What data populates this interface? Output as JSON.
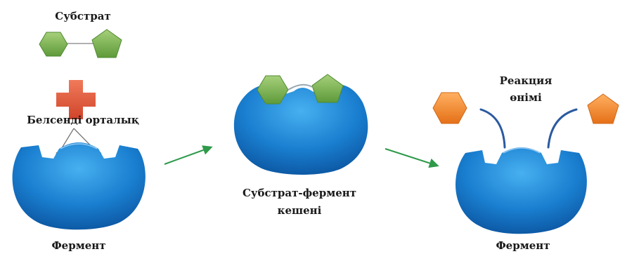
{
  "labels": {
    "substrate": "Субстрат",
    "active_site": "Белсенді орталық",
    "enzyme_left": "Фермент",
    "complex_line1": "Субстрат-фермент",
    "complex_line2": "кешені",
    "product_line1": "Реакция",
    "product_line2": "өнімі",
    "enzyme_right": "Фермент"
  },
  "colors": {
    "enzyme_blue": "#1a7fd0",
    "enzyme_blue_dark": "#0d5aa6",
    "substrate_green": "#72b04a",
    "product_orange": "#f58a2a",
    "plus_red": "#e05a3a",
    "arrow_green": "#2e9a4a",
    "arc_blue": "#2a5aa0"
  },
  "icons": {
    "plus": "plus-icon",
    "arrow": "arrow-right-icon"
  }
}
